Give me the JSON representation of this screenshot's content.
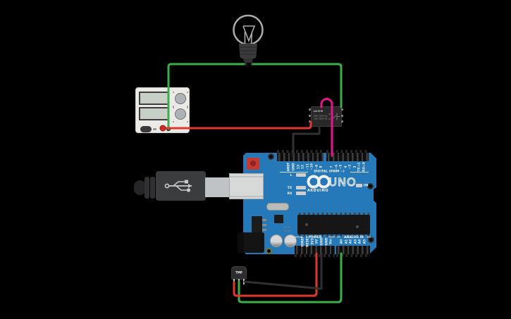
{
  "scene": {
    "background": "#000000"
  },
  "arduino": {
    "brand": "ARDUINO",
    "model": "UNO",
    "on_led": "ON",
    "digital_header": "DIGITAL (PWM ~)",
    "power_header": "POWER",
    "analog_header": "ANALOG IN",
    "board_color": "#2579b8",
    "leds": {
      "l": "L",
      "tx": "TX",
      "rx": "RX"
    },
    "digital_pins_left": [
      "AREF",
      "GND",
      "13",
      "12",
      "~11",
      "~10",
      "~9",
      "8"
    ],
    "digital_pins_right": [
      "7",
      "~6",
      "~5",
      "4",
      "~3",
      "2",
      "TX→1",
      "RX←0"
    ],
    "power_pins": [
      "IOREF",
      "RESET",
      "3V3",
      "5V",
      "GND",
      "GND",
      "Vin"
    ],
    "analog_pins": [
      "A0",
      "A1",
      "A2",
      "A3",
      "A4",
      "A5"
    ]
  },
  "relay": {
    "part_number": "LU-5-R",
    "rating_line1": "10A 125V AC",
    "rating_line2": "10A 250V AC"
  },
  "temperature_sensor": {
    "label": "TMP"
  },
  "wires": {
    "colors": {
      "green": "#3aae4a",
      "red": "#df392e",
      "black": "#303030",
      "magenta": "#e8148f"
    }
  }
}
